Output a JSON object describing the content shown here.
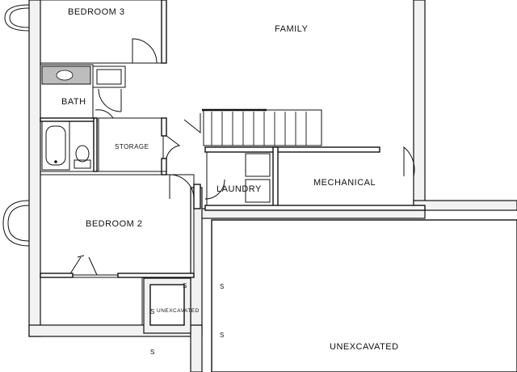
{
  "rooms": {
    "bedroom3": "BEDROOM 3",
    "family": "FAMILY",
    "bath": "BATH",
    "storage": "STORAGE",
    "laundry": "LAUNDRY",
    "mechanical": "MECHANICAL",
    "bedroom2": "BEDROOM 2",
    "unexcavated_small": "UNEXCAVATED",
    "unexcavated_large": "UNEXCAVATED"
  },
  "symbols": {
    "s1": "S",
    "s2": "S",
    "s3": "S",
    "s4": "S",
    "s5": "S"
  },
  "colors": {
    "line": "#111111",
    "wall_fill": "#f2f2f2",
    "sink_fill": "#bdbdbd"
  }
}
